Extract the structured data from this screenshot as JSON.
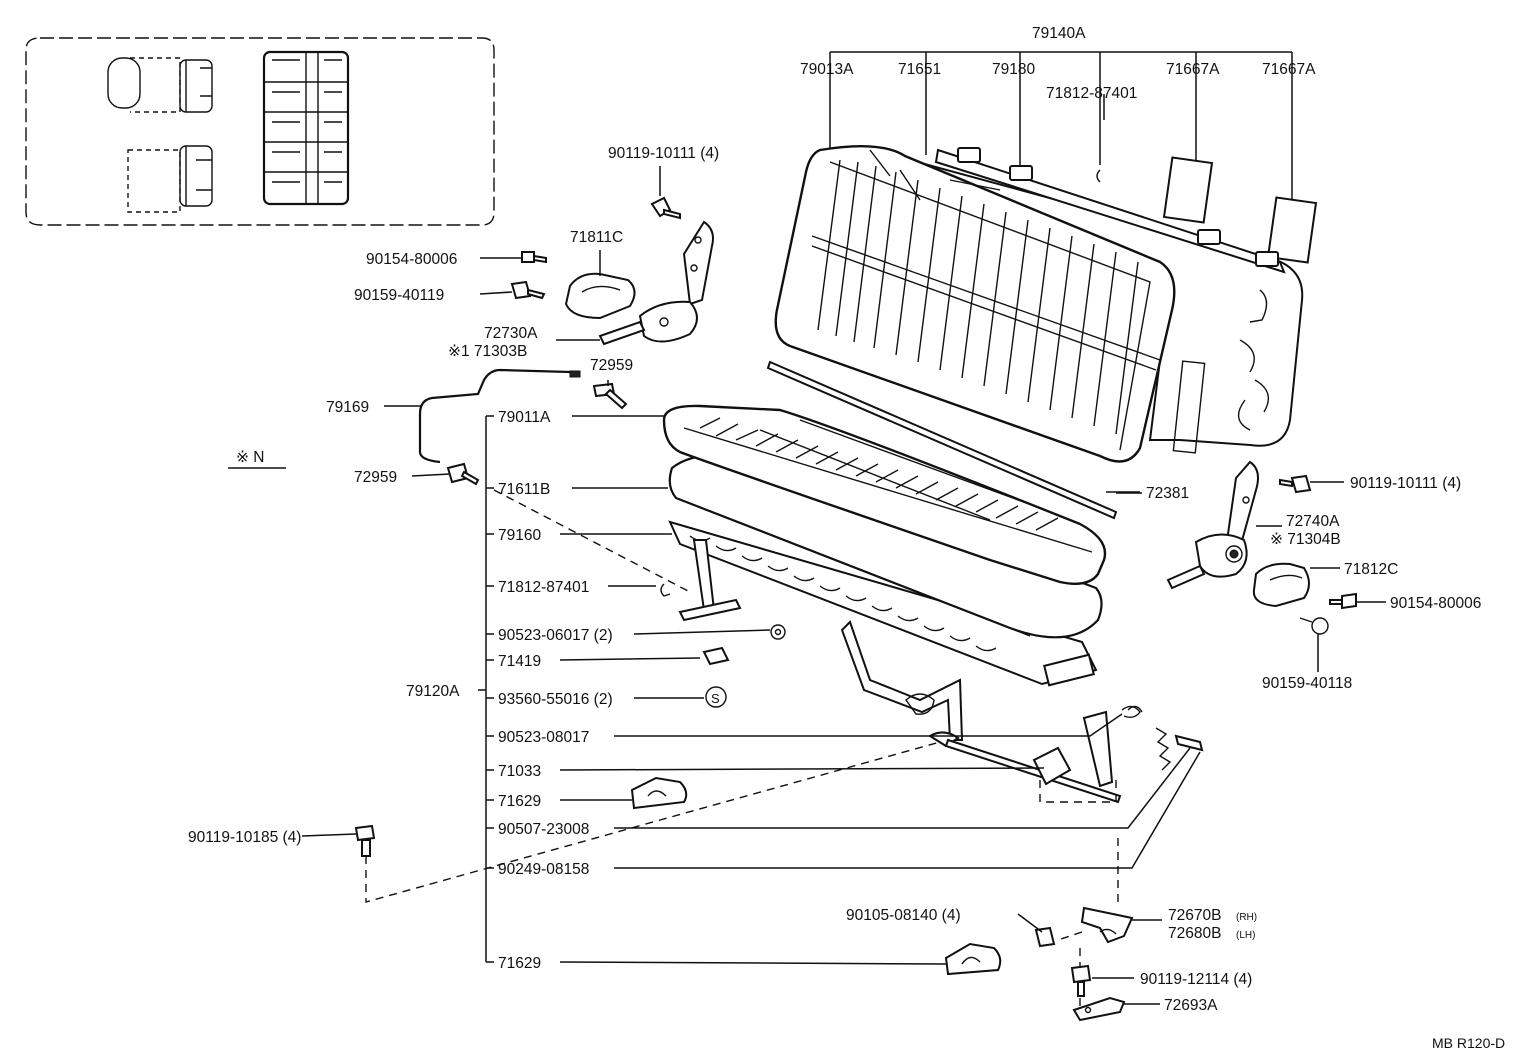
{
  "labels": {
    "l_79140A": "79140A",
    "l_79013A": "79013A",
    "l_71651": "71651",
    "l_79180": "79180",
    "l_71812_87401_top": "71812-87401",
    "l_71667A_1": "71667A",
    "l_71667A_2": "71667A",
    "l_90119_10111_left": "90119-10111 (4)",
    "l_71811C": "71811C",
    "l_90154_80006_left": "90154-80006",
    "l_90159_40119": "90159-40119",
    "l_72730A": "72730A",
    "l_71303B": "※1  71303B",
    "l_72959_top": "72959",
    "l_79169": "79169",
    "l_note_N": "※ N",
    "l_72959_left": "72959",
    "l_79011A": "79011A",
    "l_71611B": "71611B",
    "l_79160": "79160",
    "l_71812_87401_mid": "71812-87401",
    "l_90523_06017": "90523-06017  (2)",
    "l_71419": "71419",
    "l_79120A": "79120A",
    "l_93560_55016": "93560-55016  (2)",
    "l_90523_08017": "90523-08017",
    "l_71033": "71033",
    "l_71629_a": "71629",
    "l_90119_10185": "90119-10185  (4)",
    "l_90507_23008": "90507-23008",
    "l_90249_08158": "90249-08158",
    "l_71629_b": "71629",
    "l_72381": "72381",
    "l_90119_10111_right": "90119-10111 (4)",
    "l_72740A": "72740A",
    "l_71304B": "※ 71304B",
    "l_71812C": "71812C",
    "l_90154_80006_right": "90154-80006",
    "l_90159_40118": "90159-40118",
    "l_90105_08140": "90105-08140 (4)",
    "l_72670B": "72670B",
    "l_72670B_side": "(RH)",
    "l_72680B": "72680B",
    "l_72680B_side": "(LH)",
    "l_90119_12114": "90119-12114 (4)",
    "l_72693A": "72693A",
    "code": "MB R120-D"
  }
}
